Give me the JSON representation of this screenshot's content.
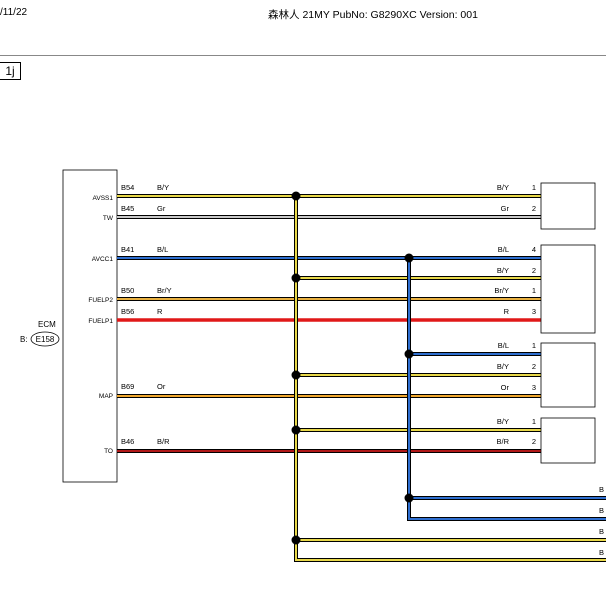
{
  "header": {
    "date": "/11/22",
    "title": "森林人 21MY PubNo: G8290XC Version: 001",
    "section_tab": "1j"
  },
  "ecm": {
    "label": "ECM",
    "connector_prefix": "B:",
    "connector_id": "E158",
    "pins": [
      {
        "name": "AVSS1",
        "pin": "B54",
        "color_code": "B/Y"
      },
      {
        "name": "TW",
        "pin": "B45",
        "color_code": "Gr"
      },
      {
        "name": "AVCC1",
        "pin": "B41",
        "color_code": "B/L"
      },
      {
        "name": "FUELP2",
        "pin": "B50",
        "color_code": "Br/Y"
      },
      {
        "name": "FUELP1",
        "pin": "B56",
        "color_code": "R"
      },
      {
        "name": "MAP",
        "pin": "B69",
        "color_code": "Or"
      },
      {
        "name": "TO",
        "pin": "B46",
        "color_code": "B/R"
      }
    ]
  },
  "components": [
    {
      "id": "sensor-1",
      "wires": [
        {
          "color_code": "B/Y",
          "pin": "1"
        },
        {
          "color_code": "Gr",
          "pin": "2"
        }
      ]
    },
    {
      "id": "sensor-2",
      "wires": [
        {
          "color_code": "B/L",
          "pin": "4"
        },
        {
          "color_code": "B/Y",
          "pin": "2"
        },
        {
          "color_code": "Br/Y",
          "pin": "1"
        },
        {
          "color_code": "R",
          "pin": "3"
        }
      ]
    },
    {
      "id": "sensor-3",
      "wires": [
        {
          "color_code": "B/L",
          "pin": "1"
        },
        {
          "color_code": "B/Y",
          "pin": "2"
        },
        {
          "color_code": "Or",
          "pin": "3"
        }
      ]
    },
    {
      "id": "sensor-4",
      "wires": [
        {
          "color_code": "B/Y",
          "pin": "1"
        },
        {
          "color_code": "B/R",
          "pin": "2"
        }
      ]
    }
  ],
  "edge_labels": [
    "B",
    "B",
    "B",
    "B"
  ],
  "wire_colors": {
    "B/Y": "#e8d84a",
    "Gr": "#c9c9c9",
    "B/L": "#2f6fd0",
    "Br/Y": "#e8b040",
    "R": "#e01818",
    "Or": "#f0a830",
    "B/R": "#b01818"
  }
}
